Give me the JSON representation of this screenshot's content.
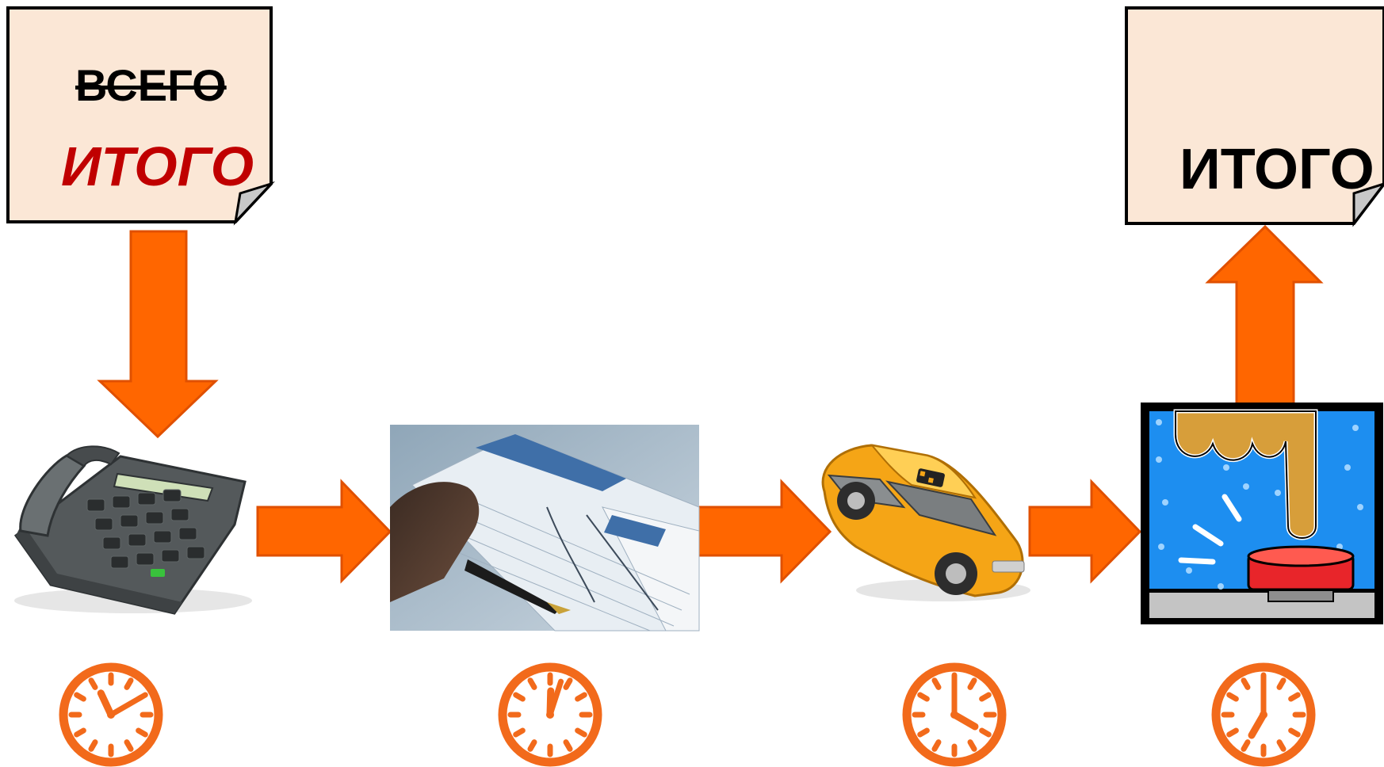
{
  "left_document": {
    "struck_word": "ВСЕГО",
    "result_word": "ИТОГО"
  },
  "right_document": {
    "result_word": "ИТОГО"
  },
  "colors": {
    "arrow": "#ff6600",
    "arrow_border": "#e05000",
    "clock": "#f26a1b",
    "document_fill": "#fbe7d6",
    "left_result_text": "#c00000",
    "text": "#000000"
  },
  "icons": [
    "telephone-icon",
    "form-writing-photo",
    "taxi-icon",
    "press-button-icon"
  ],
  "clocks": [
    {
      "name": "clock-phone",
      "time": "11:10"
    },
    {
      "name": "clock-form",
      "time": "12:03"
    },
    {
      "name": "clock-taxi",
      "time": "4:00"
    },
    {
      "name": "clock-button",
      "time": "7:00"
    }
  ]
}
